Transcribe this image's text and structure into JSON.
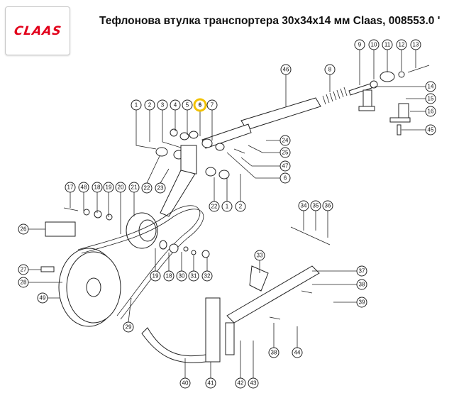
{
  "logo": {
    "text": "CLAAS",
    "color": "#e2001a"
  },
  "title": "Тефлонова втулка транспортера 30x34x14 мм Claas, 008553.0 '",
  "highlight_color": "#f2c200",
  "callouts": [
    {
      "label": "9"
    },
    {
      "label": "10"
    },
    {
      "label": "11"
    },
    {
      "label": "12"
    },
    {
      "label": "13"
    },
    {
      "label": "46"
    },
    {
      "label": "8"
    },
    {
      "label": "14"
    },
    {
      "label": "15"
    },
    {
      "label": "16"
    },
    {
      "label": "45"
    },
    {
      "label": "1"
    },
    {
      "label": "2"
    },
    {
      "label": "3"
    },
    {
      "label": "4"
    },
    {
      "label": "5"
    },
    {
      "label": "6",
      "highlighted": true
    },
    {
      "label": "7"
    },
    {
      "label": "24"
    },
    {
      "label": "25"
    },
    {
      "label": "47"
    },
    {
      "label": "6"
    },
    {
      "label": "22"
    },
    {
      "label": "23"
    },
    {
      "label": "22"
    },
    {
      "label": "1"
    },
    {
      "label": "2"
    },
    {
      "label": "17"
    },
    {
      "label": "48"
    },
    {
      "label": "18"
    },
    {
      "label": "19"
    },
    {
      "label": "20"
    },
    {
      "label": "21"
    },
    {
      "label": "34"
    },
    {
      "label": "35"
    },
    {
      "label": "36"
    },
    {
      "label": "26"
    },
    {
      "label": "27"
    },
    {
      "label": "28"
    },
    {
      "label": "49"
    },
    {
      "label": "33"
    },
    {
      "label": "37"
    },
    {
      "label": "38"
    },
    {
      "label": "39"
    },
    {
      "label": "19"
    },
    {
      "label": "18"
    },
    {
      "label": "30"
    },
    {
      "label": "31"
    },
    {
      "label": "32"
    },
    {
      "label": "29"
    },
    {
      "label": "40"
    },
    {
      "label": "41"
    },
    {
      "label": "42"
    },
    {
      "label": "43"
    },
    {
      "label": "38"
    },
    {
      "label": "44"
    }
  ]
}
